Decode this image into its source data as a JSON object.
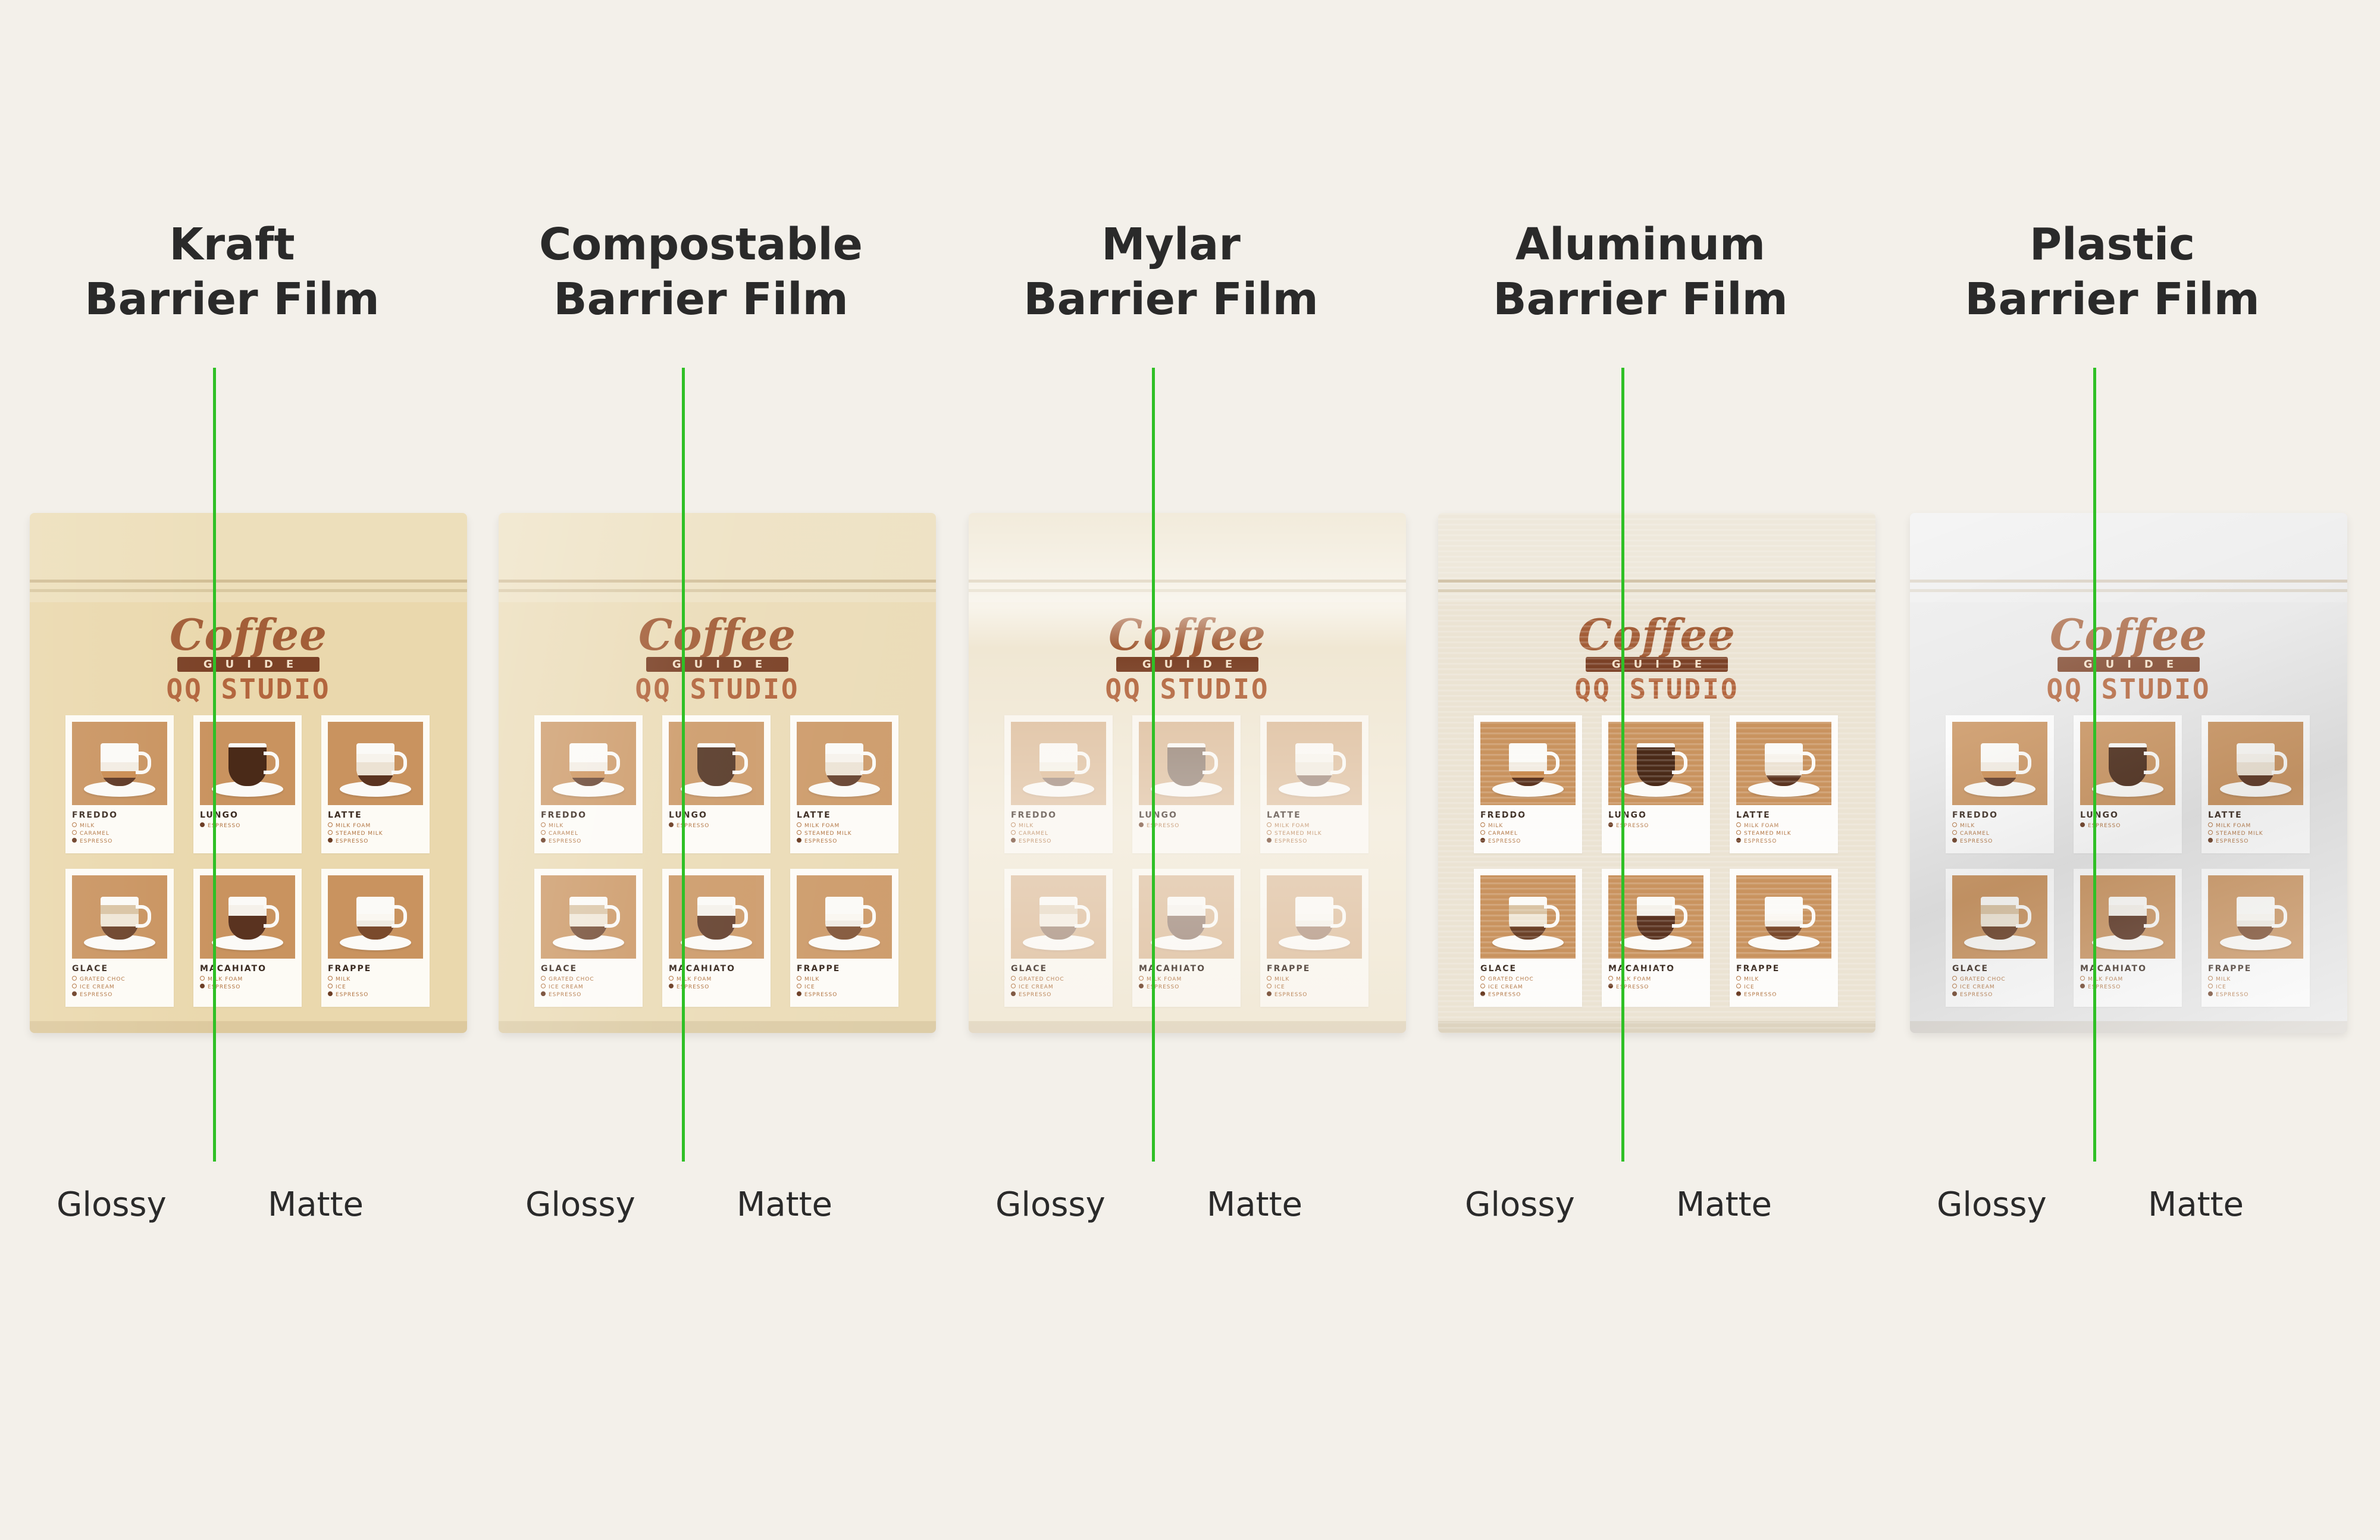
{
  "columns": [
    {
      "title_line1": "Kraft",
      "title_line2": "Barrier Film",
      "variant": "kraft"
    },
    {
      "title_line1": "Compostable",
      "title_line2": "Barrier Film",
      "variant": "compostable"
    },
    {
      "title_line1": "Mylar",
      "title_line2": "Barrier Film",
      "variant": "mylar"
    },
    {
      "title_line1": "Aluminum",
      "title_line2": "Barrier Film",
      "variant": "aluminum"
    },
    {
      "title_line1": "Plastic",
      "title_line2": "Barrier Film",
      "variant": "plastic"
    }
  ],
  "finish_labels": {
    "glossy": "Glossy",
    "matte": "Matte"
  },
  "brand": {
    "coffee": "Coffee",
    "guide": "GUIDE",
    "studio": "QQ STUDIO"
  },
  "drinks": [
    {
      "name": "FREDDO",
      "ingredients": [
        "MILK",
        "CARAMEL",
        "ESPRESSO"
      ],
      "layers": [
        "#f2ece2",
        "#c98a4f",
        "#5b3420"
      ],
      "levels": [
        0.55,
        0.35,
        0.2
      ]
    },
    {
      "name": "LUNGO",
      "ingredients": [
        "ESPRESSO"
      ],
      "layers": [
        "#4a2a18"
      ],
      "levels": [
        0.9
      ]
    },
    {
      "name": "LATTE",
      "ingredients": [
        "MILK FOAM",
        "STEAMED MILK",
        "ESPRESSO"
      ],
      "layers": [
        "#f7f3ec",
        "#ece2d3",
        "#5b3420"
      ],
      "levels": [
        0.75,
        0.55,
        0.25
      ]
    },
    {
      "name": "GLACE",
      "ingredients": [
        "GRATED CHOC",
        "ICE CREAM",
        "ESPRESSO"
      ],
      "layers": [
        "#d9c3a3",
        "#efe6d6",
        "#6b4128"
      ],
      "levels": [
        0.8,
        0.6,
        0.3
      ]
    },
    {
      "name": "MACAHIATO",
      "ingredients": [
        "MILK FOAM",
        "ESPRESSO"
      ],
      "layers": [
        "#f5f1ea",
        "#5a3320"
      ],
      "levels": [
        0.8,
        0.55
      ]
    },
    {
      "name": "FRAPPE",
      "ingredients": [
        "MILK",
        "ICE",
        "ESPRESSO"
      ],
      "layers": [
        "#faf7f1",
        "#f0ebe2",
        "#7a4a2c"
      ],
      "levels": [
        0.6,
        0.45,
        0.3
      ]
    }
  ],
  "colors": {
    "background": "#f3f0ea",
    "divider": "#2fc026",
    "kraft": "#ead8ad",
    "compostable": "#ebdcb8",
    "mylar": "#f0e7d3",
    "aluminum": "#ebe3d3",
    "plastic": "#e6e6e6",
    "brand_brown": "#a35e38",
    "card_bg": "#c9935f"
  }
}
